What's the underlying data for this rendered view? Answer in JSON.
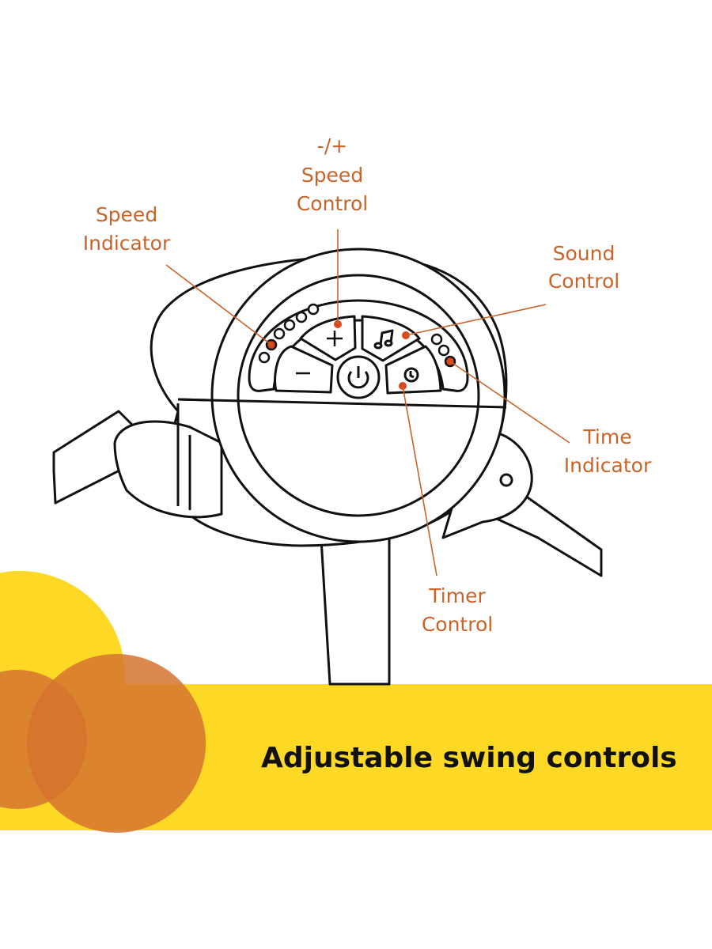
{
  "labels": {
    "speed_control": [
      "-/+",
      "Speed",
      "Control"
    ],
    "speed_indicator": [
      "Speed",
      "Indicator"
    ],
    "sound_control": [
      "Sound",
      "Control"
    ],
    "time_indicator": [
      "Time",
      "Indicator"
    ],
    "timer_control": [
      "Timer",
      "Control"
    ]
  },
  "caption": "Adjustable swing controls",
  "icons": [
    "plus-icon",
    "minus-icon",
    "power-icon",
    "music-note-icon",
    "clock-icon"
  ],
  "colors": {
    "label": "#c8642a",
    "banner": "#fdd925",
    "circle_yellow": "#fdd925",
    "circle_orange": "#d5732f",
    "marker": "#d9481c"
  }
}
